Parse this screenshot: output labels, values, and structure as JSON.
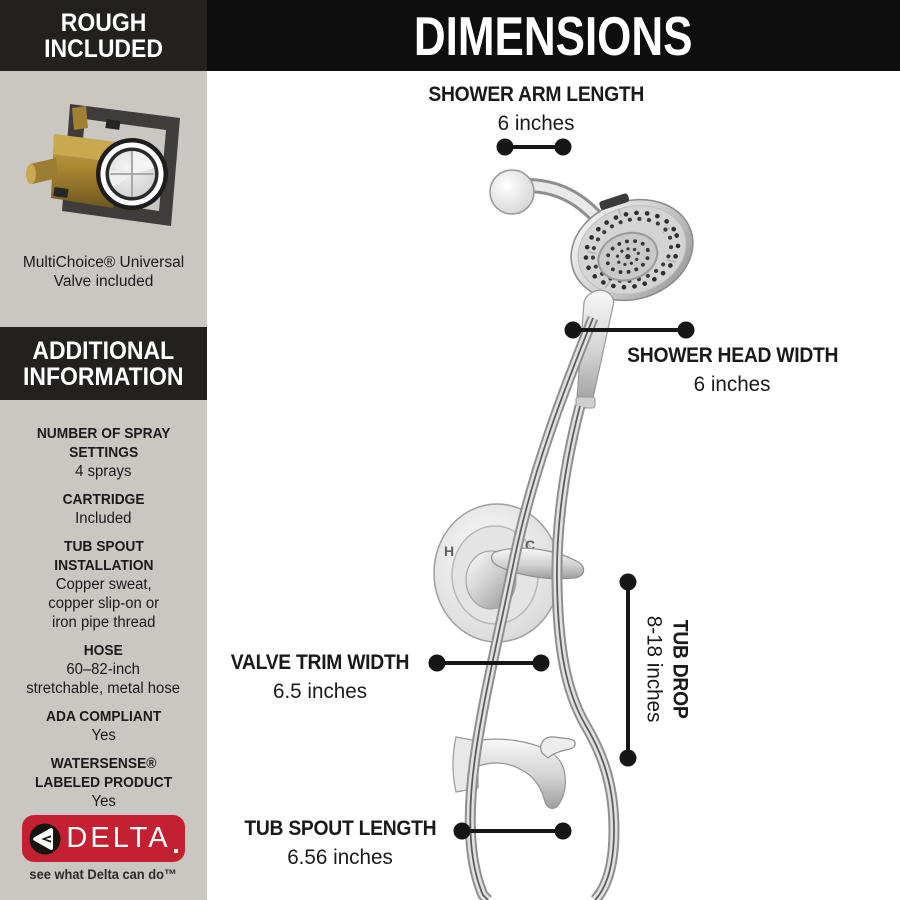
{
  "sidebar": {
    "rough_header": "ROUGH\nINCLUDED",
    "valve_caption": "MultiChoice® Universal\nValve included",
    "additional_header": "ADDITIONAL\nINFORMATION",
    "specs": [
      {
        "label": "NUMBER OF SPRAY\nSETTINGS",
        "value": "4 sprays"
      },
      {
        "label": "CARTRIDGE",
        "value": "Included"
      },
      {
        "label": "TUB SPOUT\nINSTALLATION",
        "value": "Copper sweat,\ncopper slip-on or\niron pipe thread"
      },
      {
        "label": "HOSE",
        "value": "60–82-inch\nstretchable, metal hose"
      },
      {
        "label": "ADA COMPLIANT",
        "value": "Yes"
      },
      {
        "label": "WATERSENSE®\nLABELED PRODUCT",
        "value": "Yes"
      }
    ],
    "logo": {
      "brand": "DELTA",
      "tagline": "see what Delta can do™"
    }
  },
  "main": {
    "title": "DIMENSIONS",
    "dimensions": {
      "shower_arm": {
        "label": "SHOWER ARM LENGTH",
        "value": "6 inches"
      },
      "shower_head": {
        "label": "SHOWER HEAD WIDTH",
        "value": "6 inches"
      },
      "valve_trim": {
        "label": "VALVE TRIM WIDTH",
        "value": "6.5 inches"
      },
      "tub_drop": {
        "label": "TUB DROP",
        "value": "8-18 inches"
      },
      "tub_spout": {
        "label": "TUB SPOUT LENGTH",
        "value": "6.56 inches"
      }
    },
    "markings": {
      "hot": "H",
      "cold": "C"
    }
  },
  "colors": {
    "delta_red": "#c32032",
    "header_black": "#0f0e0e",
    "sidebar_gray": "#cac7c3"
  }
}
